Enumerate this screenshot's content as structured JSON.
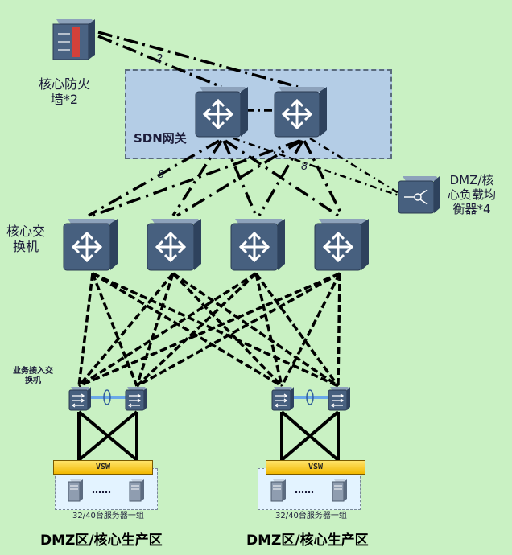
{
  "labels": {
    "core_firewall": [
      "核心防火",
      "墙*2"
    ],
    "sdn_gateway": "SDN网关",
    "core_switch": [
      "核心交",
      "换机"
    ],
    "lb": [
      "DMZ/核",
      "心负载均",
      "衡器*4"
    ],
    "access_switch": [
      "业务接入交",
      "换机"
    ],
    "link_count_fw": "2",
    "link_count_left": "8",
    "link_count_right": "8"
  },
  "zones": [
    {
      "vsw": "VSW",
      "server_caption": "32/40台服务器一组",
      "zone_name": "DMZ区/核心生产区",
      "ellipsis": "……"
    },
    {
      "vsw": "VSW",
      "server_caption": "32/40台服务器一组",
      "zone_name": "DMZ区/核心生产区",
      "ellipsis": "……"
    }
  ],
  "colors": {
    "background": "#c9f1c3",
    "sdn_box": "#b4cde6",
    "device_face": "#47607f",
    "vsw": "#f2b800",
    "firewall_panel": "#c0392b"
  }
}
